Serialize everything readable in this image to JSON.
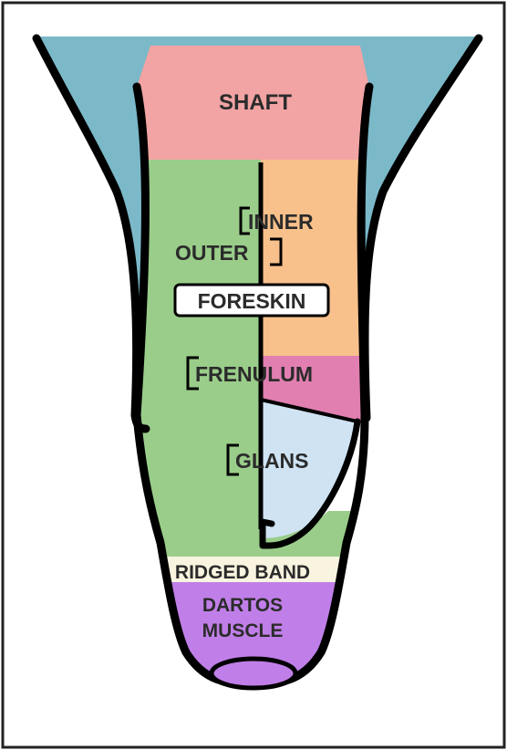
{
  "labels": {
    "shaft": "SHAFT",
    "inner": "INNER",
    "outer": "OUTER",
    "foreskin": "FORESKIN",
    "frenulum": "FRENULUM",
    "glans": "GLANS",
    "ridged_band": "RIDGED BAND",
    "dartos_line1": "DARTOS",
    "dartos_line2": "MUSCLE"
  },
  "colors": {
    "outline": "#000000",
    "scrotum_blue": "#7bb9c9",
    "shaft_pink": "#f2a3a3",
    "outer_green": "#9acd8a",
    "inner_orange": "#f8c08b",
    "frenulum_pink": "#e07fb0",
    "glans_light_blue": "#cfe3f3",
    "ridged_band_cream": "#f8f4df",
    "dartos_purple": "#c07fe8"
  }
}
